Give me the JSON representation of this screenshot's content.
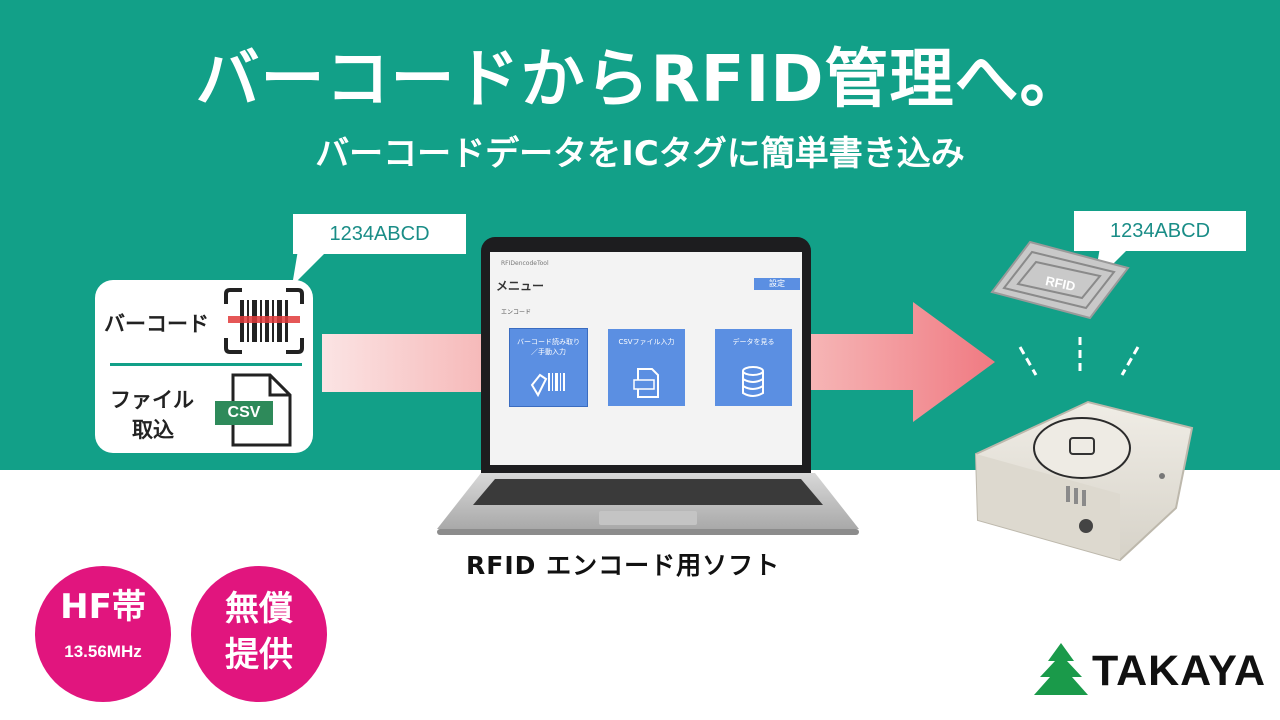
{
  "headline": "バーコードからRFID管理へ。",
  "subline": "バーコードデータをICタグに簡単書き込み",
  "barcode_value_left": "1234ABCD",
  "barcode_value_right": "1234ABCD",
  "input_panel": {
    "barcode_label": "バーコード",
    "file_label_line1": "ファイル",
    "file_label_line2": "取込",
    "csv_tag": "CSV"
  },
  "app_window": {
    "title_bar": "RFIDencodeTool",
    "menu_title": "メニュー",
    "settings_button": "設定",
    "section_label": "エンコード",
    "tiles": [
      {
        "label_line1": "バーコード読み取り",
        "label_line2": "／手動入力",
        "icon": "barcode-scanner-icon"
      },
      {
        "label_line1": "CSVファイル入力",
        "label_line2": "",
        "icon": "csv-file-icon"
      },
      {
        "label_line1": "データを見る",
        "label_line2": "",
        "icon": "database-icon"
      }
    ]
  },
  "laptop_caption": "RFID エンコード用ソフト",
  "rfid_tag_text": "RFID",
  "badges": [
    {
      "line1": "HF帯",
      "line2": "13.56MHz"
    },
    {
      "line1": "無償",
      "line2": "提供"
    }
  ],
  "logo_text": "TAKAYA",
  "colors": {
    "teal": "#12a088",
    "magenta": "#e1157e",
    "tile_blue": "#5b8fe2",
    "logo_green": "#1a9a4a"
  }
}
